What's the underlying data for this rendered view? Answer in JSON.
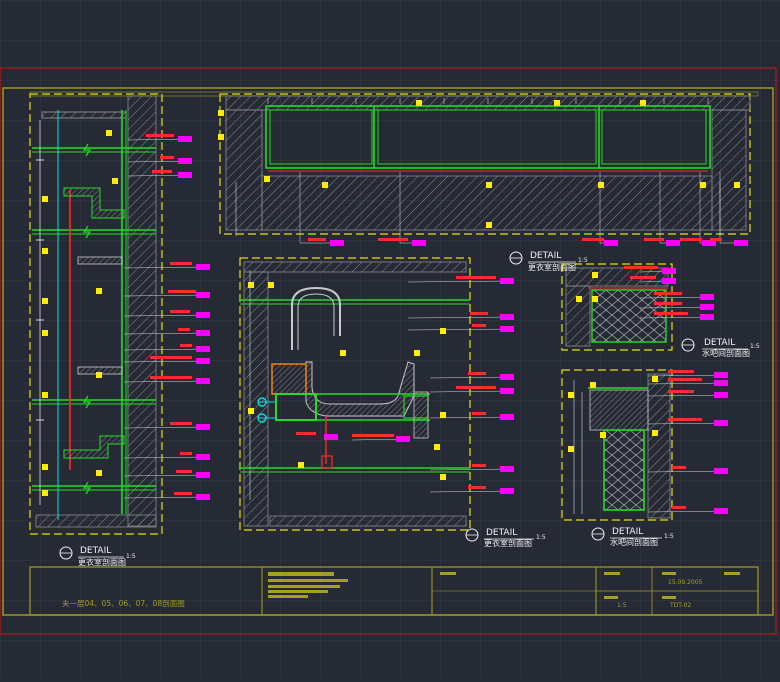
{
  "colors": {
    "background": "#252a35",
    "grid": "#343a47",
    "border_red": "#d01818",
    "frame_yellow": "#e8e000",
    "frame_olive": "#a6a020",
    "wall_hatch": "#8a8a8a",
    "finish_green": "#22dd22",
    "dim_white": "#d8d8d8",
    "annotation_red": "#ff2a2a",
    "tag_magenta": "#ff00ff",
    "marker_yellow": "#ffee00",
    "label_white": "#f2f2f2"
  },
  "details": [
    {
      "word": "DETAIL",
      "title": "更衣室剖面图",
      "scale": "1:5"
    },
    {
      "word": "DETAIL",
      "title": "更衣室剖面图",
      "scale": "1:5"
    },
    {
      "word": "DETAIL",
      "title": "更衣室剖面图",
      "scale": "1:5"
    },
    {
      "word": "DETAIL",
      "title": "水吧间剖面图",
      "scale": "1:5"
    },
    {
      "word": "DETAIL",
      "title": "水吧间剖面图",
      "scale": "1:5"
    }
  ],
  "title_block": {
    "sheet_title": "夫一层04、05、06、07、08剖面图",
    "date": "15.09.2005",
    "scale": "1:5",
    "drawing_no": "TDT-02"
  }
}
